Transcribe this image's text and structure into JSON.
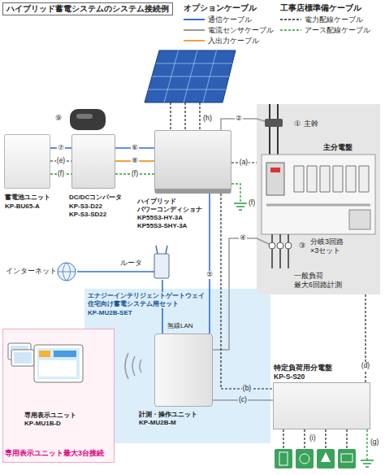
{
  "diagram": {
    "title": "ハイブリッド蓄電システムのシステム接続例",
    "nodes": [
      {
        "text": [
          "蓄電池ユニット",
          "KP-BU65-A"
        ]
      },
      {
        "text": [
          "DC/DCコンバータ",
          "KP-S3-D22",
          "KP-S3-SD22"
        ]
      },
      {
        "text": [
          "ハイブリッド パワーコンディショナ",
          "KP55S3-HY-3A",
          "KP55S3-SHY-3A"
        ]
      },
      {
        "text": [
          "主分電盤",
          "一般負荷 最大6回路計測"
        ]
      },
      {
        "text": [
          "インターネット"
        ]
      },
      {
        "text": [
          "ルータ"
        ]
      },
      {
        "text": [
          "エナジーインテリジェントゲートウェイ 住宅向け蓄電システム用セット",
          "KP-MU2B-SET"
        ]
      },
      {
        "text": [
          "計測・操作ユニット",
          "KP-MU2B-M"
        ],
        "in": 6
      },
      {
        "text": [
          "専用表示ユニット最大3台接続"
        ]
      },
      {
        "text": [
          "専用表示ユニット",
          "KP-MU1B-D"
        ],
        "in": 8
      },
      {
        "text": [
          "特定負荷用分電盤",
          "KP-S-S20"
        ]
      }
    ],
    "edges": [
      {
        "from": 0,
        "to": 1,
        "arrow": "none",
        "label": "⑦"
      },
      {
        "from": 0,
        "to": 1,
        "arrow": "none",
        "label": "(e)"
      },
      {
        "from": 0,
        "to": 1,
        "arrow": "none",
        "label": "(f)"
      },
      {
        "from": 1,
        "to": 2,
        "arrow": "none",
        "label": "⑥"
      },
      {
        "from": 1,
        "to": 2,
        "arrow": "none",
        "label": "⑧"
      },
      {
        "from": 1,
        "to": 2,
        "arrow": "none",
        "label": "(f)"
      },
      {
        "from": 2,
        "to": 3,
        "arrow": "none",
        "label": "(a)"
      },
      {
        "from": 2,
        "to": 3,
        "arrow": "none",
        "label": "②"
      },
      {
        "from": 4,
        "to": 5,
        "arrow": "none"
      },
      {
        "from": 5,
        "to": 7,
        "arrow": "none"
      },
      {
        "from": 2,
        "to": 7,
        "arrow": "none",
        "label": "⑤"
      },
      {
        "from": 7,
        "to": 3,
        "arrow": "none",
        "label": "④"
      },
      {
        "from": 2,
        "to": 10,
        "arrow": "none",
        "label": "(b)"
      },
      {
        "from": 7,
        "to": 10,
        "arrow": "none",
        "label": "(c)"
      },
      {
        "from": 3,
        "to": 10,
        "arrow": "none",
        "label": "(d)"
      }
    ],
    "labels": [
      "オプションケーブル",
      "工事店標準備ケーブル",
      "⑨",
      "(h)",
      "①",
      "主幹",
      "(f)",
      "③",
      "分岐3回路 ×3セット",
      "無線LAN",
      "(i)",
      "(g)"
    ],
    "legend": [
      {
        "text": "通信ケーブル"
      },
      {
        "text": "電流センサケーブル"
      },
      {
        "text": "入出力ケーブル"
      },
      {
        "text": "電力配線ケーブル"
      },
      {
        "text": "アース配線ケーブル"
      }
    ]
  }
}
